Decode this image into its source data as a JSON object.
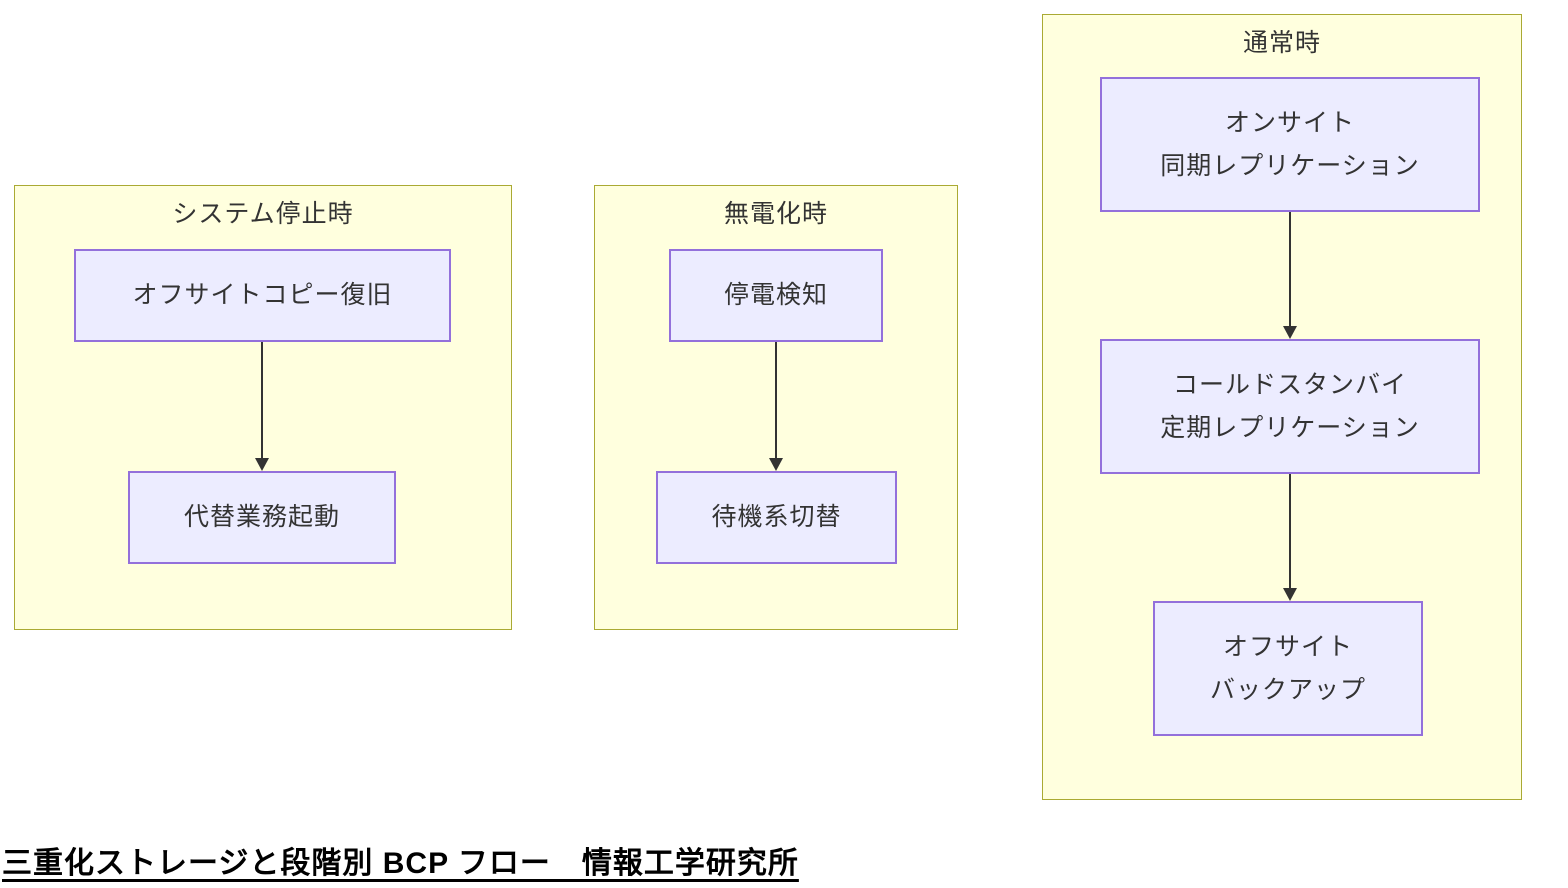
{
  "diagram": {
    "type": "flowchart-with-subgraphs",
    "caption": "三重化ストレージと段階別 BCP フロー　情報工学研究所",
    "colors": {
      "cluster_fill": "#ffffde",
      "cluster_border": "#aaaa33",
      "node_fill": "#ececff",
      "node_border": "#9370db",
      "edge_color": "#333333",
      "text_color": "#333333",
      "caption_color": "#000000",
      "page_background": "#ffffff"
    },
    "groups": [
      {
        "label": "システム停止時",
        "nodes": [
          {
            "label": "オフサイトコピー復旧"
          },
          {
            "label": "代替業務起動"
          }
        ]
      },
      {
        "label": "無電化時",
        "nodes": [
          {
            "label": "停電検知"
          },
          {
            "label": "待機系切替"
          }
        ]
      },
      {
        "label": "通常時",
        "nodes": [
          {
            "label": "オンサイト\n同期レプリケーション"
          },
          {
            "label": "コールドスタンバイ\n定期レプリケーション"
          },
          {
            "label": "オフサイト\nバックアップ"
          }
        ]
      }
    ],
    "edges": [
      {
        "from": "オフサイトコピー復旧",
        "to": "代替業務起動"
      },
      {
        "from": "停電検知",
        "to": "待機系切替"
      },
      {
        "from": "オンサイト同期レプリケーション",
        "to": "コールドスタンバイ定期レプリケーション"
      },
      {
        "from": "コールドスタンバイ定期レプリケーション",
        "to": "オフサイトバックアップ"
      }
    ]
  }
}
